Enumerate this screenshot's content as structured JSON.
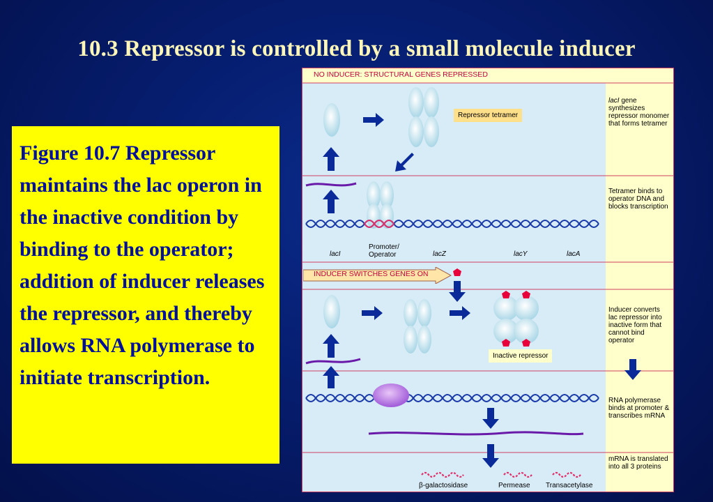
{
  "slide": {
    "title": "10.3 Repressor is controlled by a small molecule inducer"
  },
  "caption": {
    "text": "Figure 10.7 Repressor maintains the lac operon in the inactive condition by binding to the operator; addition of inducer releases the repressor, and thereby allows RNA polymerase to initiate transcription."
  },
  "figure": {
    "top_header": "NO INDUCER: STRUCTURAL GENES REPRESSED",
    "middle_header": "INDUCER SWITCHES GENES ON",
    "repressor_tetramer_label": "Repressor tetramer",
    "inactive_repressor_label": "Inactive repressor",
    "promoter_operator_label": "Promoter/\nOperator",
    "genes": [
      "lacI",
      "lacZ",
      "lacY",
      "lacA"
    ],
    "proteins": [
      "β-galactosidase",
      "Permease",
      "Transacetylase"
    ],
    "descriptions": [
      {
        "italic_prefix": "lacI",
        "text": " gene synthesizes repressor monomer that forms tetramer"
      },
      {
        "italic_prefix": "",
        "text": "Tetramer binds to operator DNA and blocks transcription"
      },
      {
        "italic_prefix": "",
        "text": "Inducer converts lac repressor into inactive form that cannot bind operator"
      },
      {
        "italic_prefix": "",
        "text": "RNA polymerase binds at promoter & transcribes mRNA"
      },
      {
        "italic_prefix": "",
        "text": "mRNA is translated into all 3 proteins"
      }
    ]
  },
  "colors": {
    "background": "#061d6e",
    "title": "#fdf6b8",
    "caption_box": "#ffff00",
    "caption_text": "#00109a",
    "header_text": "#c4003a",
    "panel_light": "#d8ecf8",
    "panel_yellow": "#ffffcc",
    "arrow_blue": "#0a2a9a",
    "inducer_red": "#e8003a",
    "mrna_purple": "#6a1aa8"
  }
}
